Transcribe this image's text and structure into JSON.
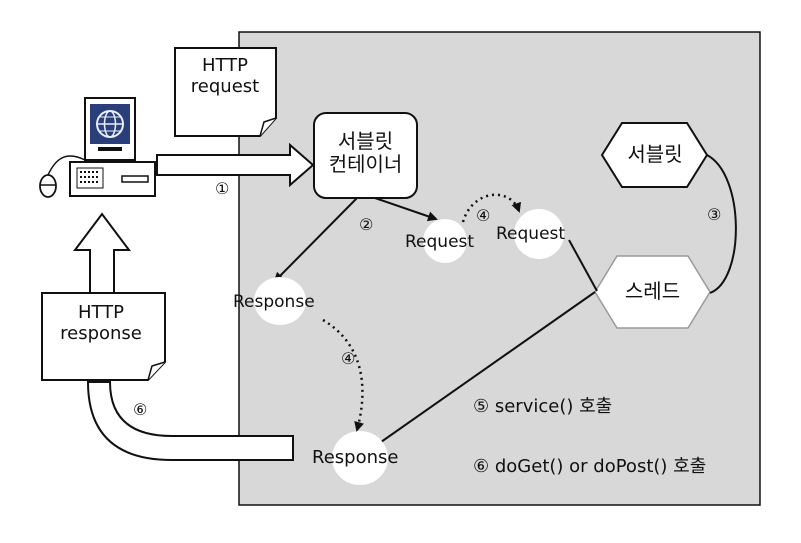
{
  "http_request": {
    "line1": "HTTP",
    "line2": "request"
  },
  "http_response": {
    "line1": "HTTP",
    "line2": "response"
  },
  "container": {
    "line1": "서블릿",
    "line2": "컨테이너"
  },
  "servlet": {
    "label": "서블릿"
  },
  "thread": {
    "label": "스레드"
  },
  "nodes": {
    "request_a": "Request",
    "request_b": "Request",
    "response_a": "Response",
    "response_b": "Response"
  },
  "steps": {
    "s1": "①",
    "s2": "②",
    "s3": "③",
    "s4a": "④",
    "s4b": "④",
    "s6": "⑥"
  },
  "notes": {
    "n5": "⑤ service() 호출",
    "n6": "⑥ doGet() or doPost() 호출"
  }
}
